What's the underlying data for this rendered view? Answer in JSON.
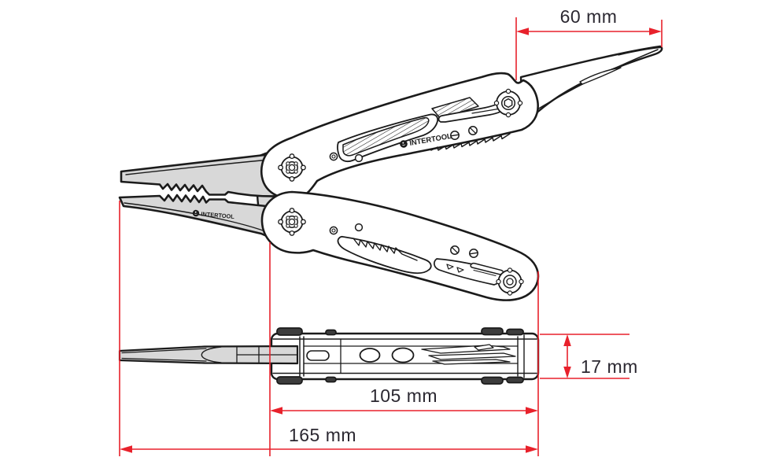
{
  "drawing": {
    "subject": "multitool-pliers-technical-drawing",
    "views": {
      "open_view": "open multitool with knife blade extended",
      "folded_view": "folded multitool side profile"
    }
  },
  "brand": {
    "logo_text": "INTERTOOL"
  },
  "dimensions": {
    "blade_length": "60 mm",
    "body_thickness": "17 mm",
    "closed_length": "105 mm",
    "overall_length": "165 mm"
  },
  "colors": {
    "dimension_red": "#e8212b",
    "ink": "#1b1b1b",
    "steel_gray": "#d8d8d8",
    "label_text": "#2b2831"
  }
}
